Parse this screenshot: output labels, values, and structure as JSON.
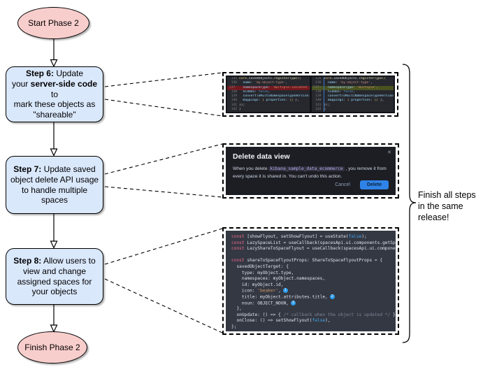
{
  "flowchart": {
    "start_label": "Start Phase 2",
    "finish_label": "Finish Phase 2",
    "annotation": "Finish all steps in the same release!",
    "steps": [
      {
        "segments": [
          {
            "t": "Step 6:",
            "b": 1
          },
          {
            "t": " Update",
            "b": 0
          },
          {
            "br": 1
          },
          {
            "t": "your ",
            "b": 0
          },
          {
            "t": "server-side code",
            "b": 1
          },
          {
            "t": " to",
            "b": 0
          },
          {
            "br": 1
          },
          {
            "t": "mark these objects as",
            "b": 0
          },
          {
            "br": 1
          },
          {
            "t": "\"shareable\"",
            "b": 0
          }
        ]
      },
      {
        "segments": [
          {
            "t": "Step 7:",
            "b": 1
          },
          {
            "t": " Update saved",
            "b": 0
          },
          {
            "br": 1
          },
          {
            "t": "object delete API usage",
            "b": 0
          },
          {
            "br": 1
          },
          {
            "t": "to handle multiple spaces",
            "b": 0
          }
        ]
      },
      {
        "segments": [
          {
            "t": "Step 8:",
            "b": 1
          },
          {
            "t": " Allow users to",
            "b": 0
          },
          {
            "br": 1
          },
          {
            "t": "view and change",
            "b": 0
          },
          {
            "br": 1
          },
          {
            "t": "assigned spaces for",
            "b": 0
          },
          {
            "br": 1
          },
          {
            "t": "your objects",
            "b": 0
          }
        ]
      }
    ],
    "colors": {
      "step_fill": "#dae8fc",
      "terminal_fill": "#f8cecc",
      "border": "#000000"
    }
  },
  "diff": {
    "colors": {
      "removed_bg": "#71191e",
      "added_bg": "#49521f"
    },
    "panels": [
      {
        "name": "before",
        "accent": false,
        "lines": [
          {
            "num": "135",
            "tokens": [
              [
                "core",
                "var"
              ],
              [
                ".savedObjects.",
                "pl"
              ],
              [
                "registerType",
                "fn"
              ],
              [
                "({",
                "brace"
              ]
            ]
          },
          {
            "num": "136",
            "tokens": [
              [
                "  name",
                "prop"
              ],
              [
                ": ",
                "pl"
              ],
              [
                "'my-object-type'",
                "str"
              ],
              [
                ",",
                "pl"
              ]
            ]
          },
          {
            "num": "137-",
            "change": "removed",
            "tokens": [
              [
                "  namespaceType",
                "prop"
              ],
              [
                ": ",
                "pl"
              ],
              [
                "'multiple-isolated'",
                "str"
              ],
              [
                ",",
                "pl"
              ]
            ]
          },
          {
            "num": "138",
            "tokens": [
              [
                "  hidden",
                "prop"
              ],
              [
                ": ",
                "pl"
              ],
              [
                "false",
                "bool"
              ],
              [
                ",",
                "pl"
              ]
            ]
          },
          {
            "num": "139",
            "tokens": [
              [
                "  convertToMultiNamespaceTypeVersion",
                "prop"
              ],
              [
                ": ",
                "pl"
              ],
              [
                "'",
                "str"
              ]
            ]
          },
          {
            "num": "140",
            "tokens": [
              [
                "  mappings",
                "prop"
              ],
              [
                ": ",
                "pl"
              ],
              [
                "{ ",
                "brace"
              ],
              [
                "properties",
                "prop"
              ],
              [
                ": ",
                "pl"
              ],
              [
                "{}",
                "brace"
              ],
              [
                " },",
                "pl"
              ]
            ]
          },
          {
            "num": "141",
            "tokens": [
              [
                "});",
                "pl"
              ]
            ]
          },
          {
            "num": "142",
            "tokens": [
              [
                "}",
                "brace"
              ]
            ]
          }
        ]
      },
      {
        "name": "after",
        "accent": true,
        "lines": [
          {
            "num": "135",
            "tokens": [
              [
                "core",
                "var"
              ],
              [
                ".savedObjects.",
                "pl"
              ],
              [
                "registerType",
                "fn"
              ],
              [
                "({",
                "brace"
              ]
            ]
          },
          {
            "num": "136",
            "tokens": [
              [
                "  name",
                "prop"
              ],
              [
                ": ",
                "pl"
              ],
              [
                "'my-object-type'",
                "str"
              ],
              [
                ",",
                "pl"
              ]
            ]
          },
          {
            "num": "137+",
            "change": "added",
            "tokens": [
              [
                "  namespaceType",
                "prop"
              ],
              [
                ": ",
                "pl"
              ],
              [
                "'multiple'",
                "str"
              ],
              [
                ",",
                "pl"
              ]
            ]
          },
          {
            "num": "138",
            "tokens": [
              [
                "  hidden",
                "prop"
              ],
              [
                ": ",
                "pl"
              ],
              [
                "false",
                "bool"
              ],
              [
                ",",
                "pl"
              ]
            ]
          },
          {
            "num": "139",
            "tokens": [
              [
                "  convertToMultiNamespaceTypeVersion",
                "prop"
              ],
              [
                ": ",
                "pl"
              ],
              [
                "'",
                "str"
              ]
            ]
          },
          {
            "num": "140",
            "tokens": [
              [
                "  mappings",
                "prop"
              ],
              [
                ": ",
                "pl"
              ],
              [
                "{ ",
                "brace"
              ],
              [
                "properties",
                "prop"
              ],
              [
                ": ",
                "pl"
              ],
              [
                "{}",
                "brace"
              ],
              [
                " },",
                "pl"
              ]
            ]
          },
          {
            "num": "141",
            "tokens": [
              [
                "});",
                "pl"
              ]
            ]
          },
          {
            "num": "142",
            "tokens": [
              [
                "}",
                "brace"
              ]
            ]
          }
        ]
      }
    ]
  },
  "modal": {
    "title": "Delete data view",
    "close": "✕",
    "body": [
      [
        "When you delete ",
        "txt"
      ],
      [
        "kibana_sample_data_ecommerce",
        "code"
      ],
      [
        " , you remove it from every space it is shared in. You can't undo this action.",
        "txt"
      ]
    ],
    "cancel_label": "Cancel",
    "delete_label": "Delete",
    "colors": {
      "delete_button": "#2f83e8",
      "background": "#1c1e24"
    }
  },
  "code": {
    "colors": {
      "background": "#343843",
      "keyword": "#ef6a8a",
      "badge": "#2f9ded"
    },
    "lines": [
      {
        "tokens": [
          [
            "const",
            "kw"
          ],
          [
            " [showFlyout, setShowFlyout] = useState(",
            "pl"
          ],
          [
            "false",
            "bool"
          ],
          [
            ");",
            "pl"
          ]
        ]
      },
      {
        "tokens": [
          [
            "const",
            "kw"
          ],
          [
            " LazySpaceList = useCallback(spacesApi.ui.components.getSpaceLis",
            "pl"
          ]
        ]
      },
      {
        "tokens": [
          [
            "const",
            "kw"
          ],
          [
            " LazyShareToSpaceFlyout = useCallback(spacesApi.ui.components.ge",
            "pl"
          ]
        ]
      },
      {
        "tokens": []
      },
      {
        "tokens": [
          [
            "const",
            "kw"
          ],
          [
            " shareToSpaceFlyoutProps: ShareToSpaceFlyoutProps = {",
            "pl"
          ]
        ]
      },
      {
        "tokens": [
          [
            "  savedObjectTarget: {",
            "pl"
          ]
        ]
      },
      {
        "tokens": [
          [
            "    type: myObject.type,",
            "pl"
          ]
        ]
      },
      {
        "tokens": [
          [
            "    namespaces: myObject.namespaces,",
            "pl"
          ]
        ]
      },
      {
        "tokens": [
          [
            "    id: myObject.id,",
            "pl"
          ]
        ]
      },
      {
        "tokens": [
          [
            "    icon: ",
            "pl"
          ],
          [
            "'beaker'",
            "str"
          ],
          [
            ",",
            "pl"
          ]
        ],
        "badge": "1"
      },
      {
        "tokens": [
          [
            "    title: myObject.attributes.title,",
            "pl"
          ]
        ],
        "badge": "2"
      },
      {
        "tokens": [
          [
            "    noun: OBJECT_NOUN,",
            "pl"
          ]
        ],
        "badge": "3"
      },
      {
        "tokens": [
          [
            "  },",
            "pl"
          ]
        ]
      },
      {
        "tokens": [
          [
            "  onUpdate: () => { ",
            "pl"
          ],
          [
            "/* callback when the object is updated */",
            "cm"
          ],
          [
            " },",
            "pl"
          ]
        ]
      },
      {
        "tokens": [
          [
            "  onClose: () => setShowFlyout(",
            "pl"
          ],
          [
            "false",
            "bool"
          ],
          [
            "),",
            "pl"
          ]
        ]
      },
      {
        "tokens": [
          [
            "};",
            "pl"
          ]
        ]
      }
    ]
  }
}
